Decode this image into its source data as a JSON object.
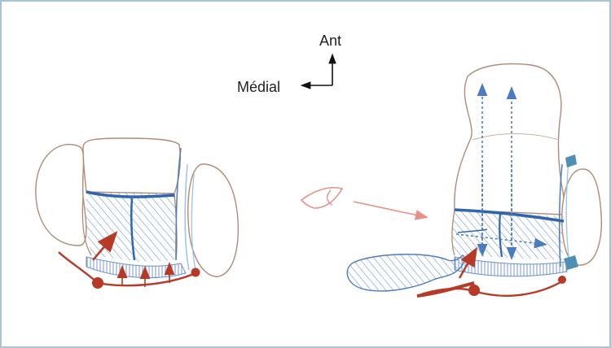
{
  "labels": {
    "anterior": "Ant",
    "medial": "Médial"
  },
  "colors": {
    "border": "#a9c3d2",
    "outline": "#b08a78",
    "blue": "#3d74b8",
    "light_blue": "#9cc3e4",
    "red": "#b63a26",
    "pink": "#e8908a",
    "hatch": "#6a8fc7"
  },
  "icons": [
    "orientation-arrows",
    "eye-icon",
    "view-arrow"
  ]
}
